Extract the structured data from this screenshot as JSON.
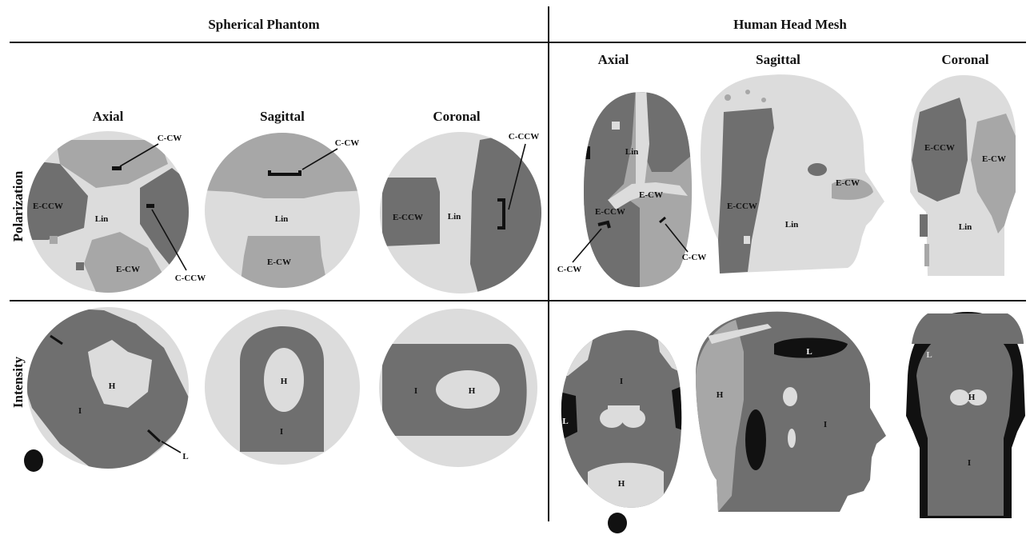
{
  "headers": {
    "left": "Spherical Phantom",
    "right": "Human Head Mesh"
  },
  "rows": {
    "top": "Polarization",
    "bottom": "Intensity"
  },
  "views": {
    "axial": "Axial",
    "sagittal": "Sagittal",
    "coronal": "Coronal"
  },
  "region_labels": {
    "lin": "Lin",
    "e_ccw": "E-CCW",
    "e_cw": "E-CW",
    "c_cw": "C-CW",
    "c_ccw": "C-CCW",
    "high": "H",
    "intermediate": "I",
    "low": "L"
  },
  "colors": {
    "light": "#dcdcdc",
    "medium_light": "#a7a7a7",
    "medium_dark": "#6f6f6f",
    "dark": "#111111",
    "grid_line": "#111111",
    "background": "#ffffff"
  }
}
